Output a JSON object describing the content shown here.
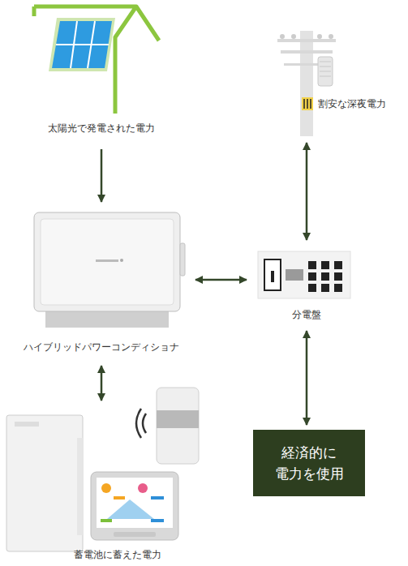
{
  "diagram": {
    "nodes": [
      {
        "text": [
          "太陽光で発電された電力"
        ]
      },
      {
        "text": [
          "割安な深夜電力"
        ]
      },
      {
        "text": [
          "ハイブリッドパワーコンディショナ"
        ]
      },
      {
        "text": [
          "分電盤"
        ]
      },
      {
        "text": [
          "蓄電池に蓄えた電力"
        ]
      },
      {
        "text": [
          "経済的に 電力を使用"
        ]
      }
    ],
    "edges": [
      {
        "from": 0,
        "to": 2,
        "arrow": "to"
      },
      {
        "from": 1,
        "to": 3,
        "arrow": "both"
      },
      {
        "from": 2,
        "to": 3,
        "arrow": "both"
      },
      {
        "from": 2,
        "to": 4,
        "arrow": "both"
      },
      {
        "from": 3,
        "to": 5,
        "arrow": "both"
      }
    ]
  }
}
